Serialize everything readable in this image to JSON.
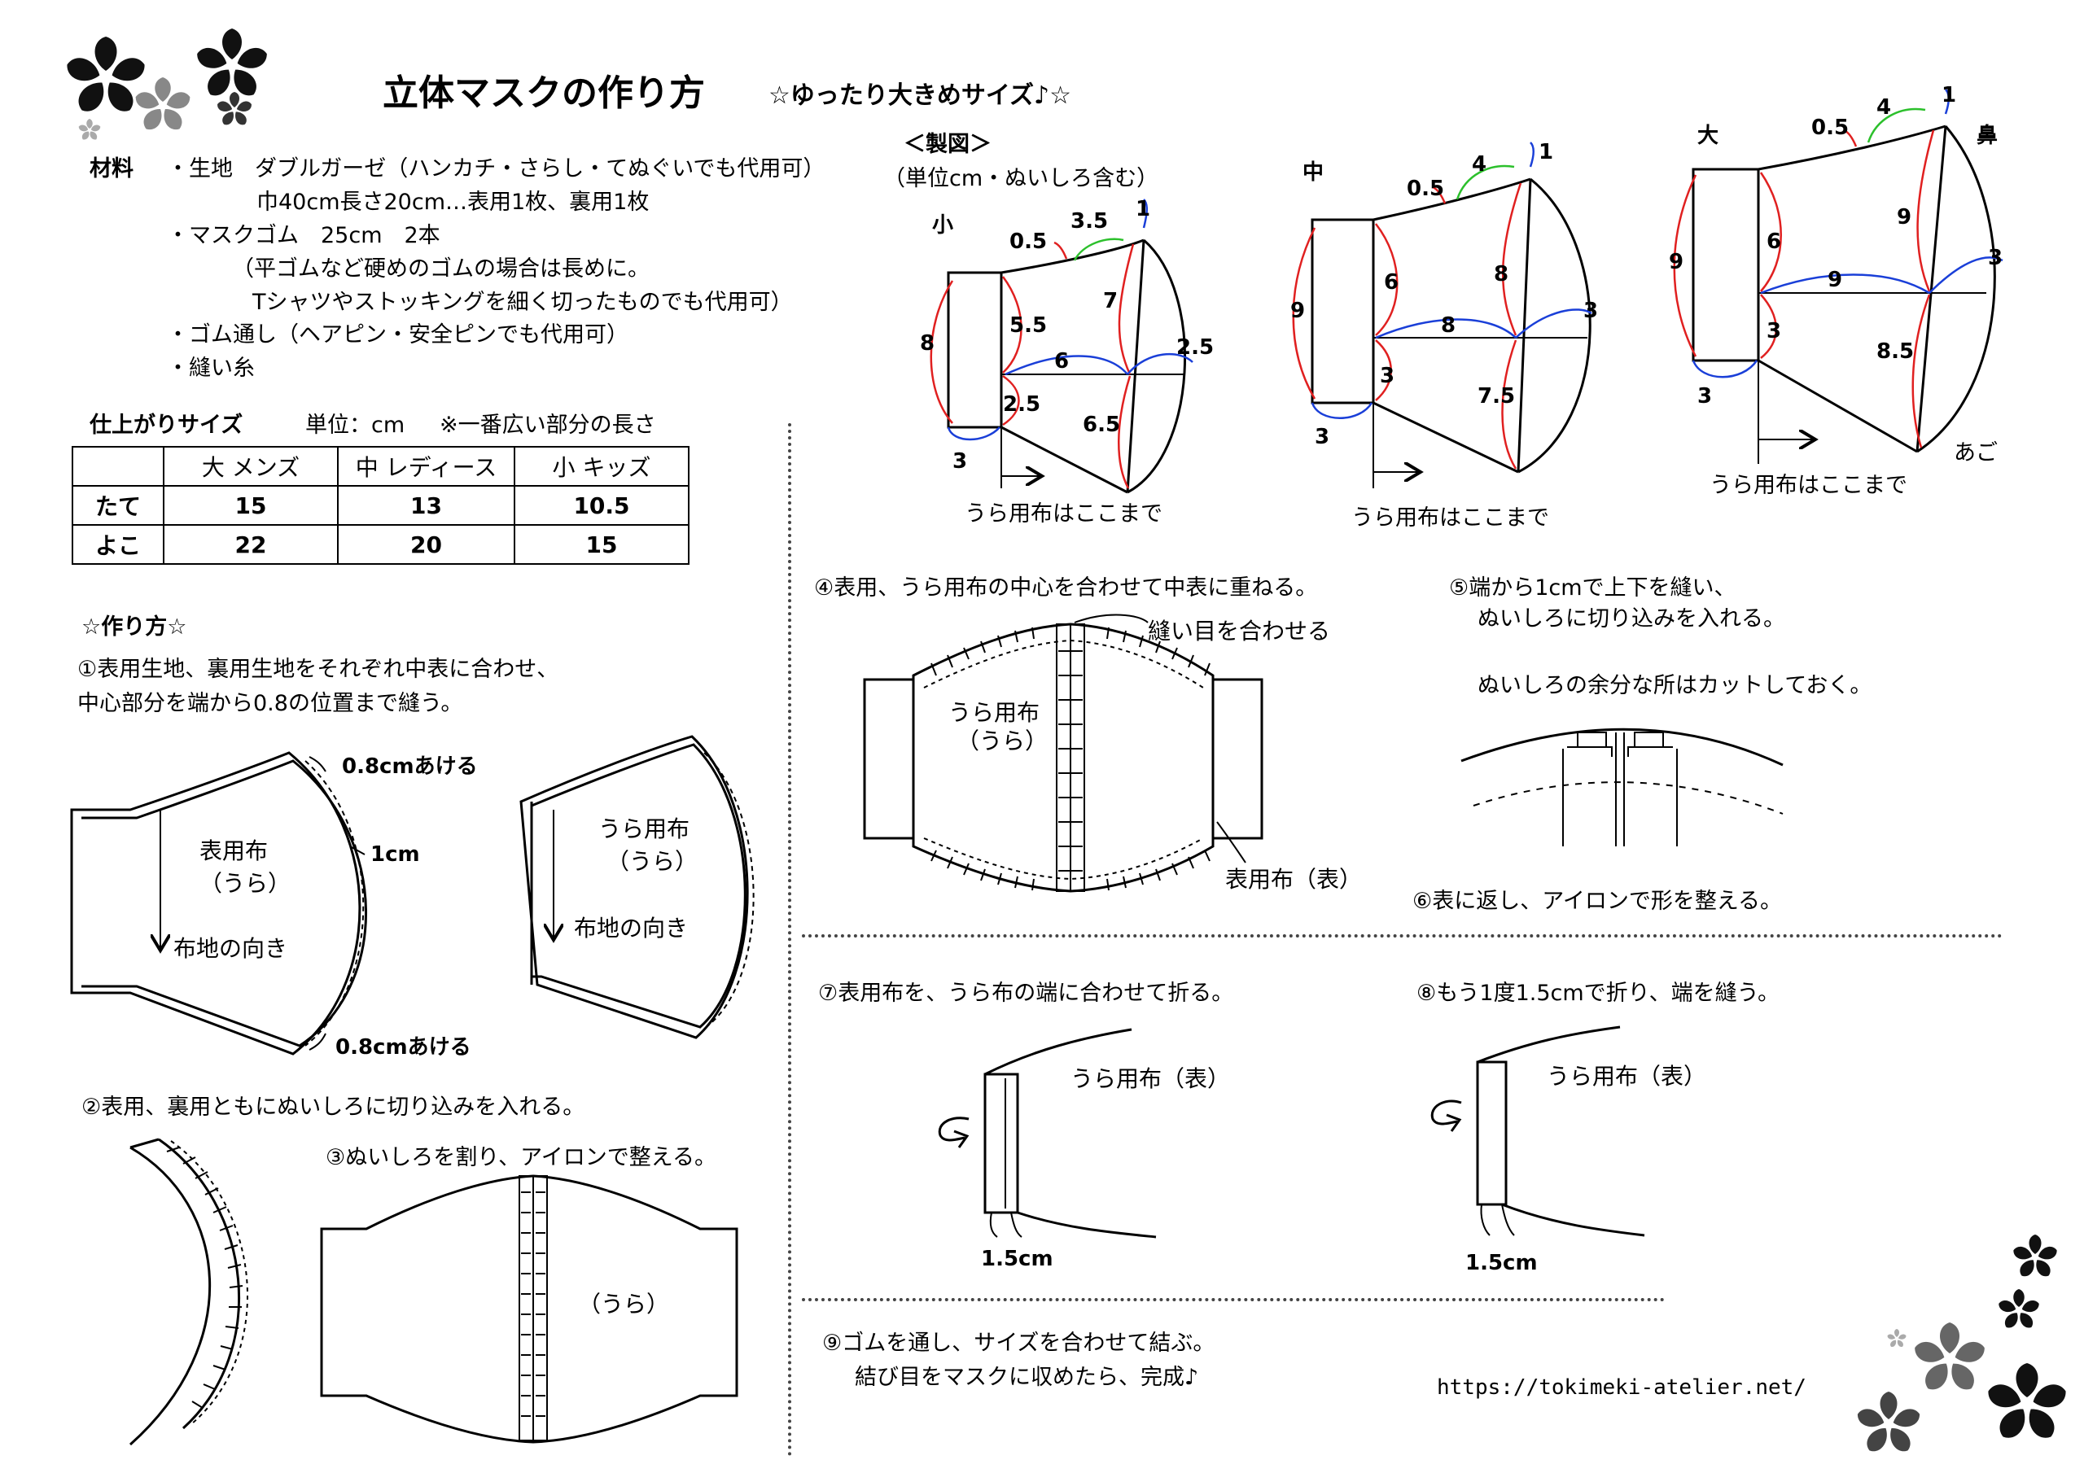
{
  "header": {
    "title": "立体マスクの作り方",
    "subtitle": "☆ゆったり大きめサイズ♪☆"
  },
  "materials": {
    "label": "材料",
    "lines": [
      "・生地　ダブルガーゼ（ハンカチ・さらし・てぬぐいでも代用可）",
      "巾40cm長さ20cm…表用1枚、裏用1枚",
      "・マスクゴム　25cm　2本",
      "（平ゴムなど硬めのゴムの場合は長めに。",
      "Tシャツやストッキングを細く切ったものでも代用可）",
      "・ゴム通し（ヘアピン・安全ピンでも代用可）",
      "・縫い糸"
    ]
  },
  "finished_size": {
    "heading": "仕上がりサイズ",
    "unit": "単位：cm",
    "note": "※一番広い部分の長さ",
    "columns": [
      "",
      "大 メンズ",
      "中 レディース",
      "小 キッズ"
    ],
    "rows": [
      {
        "label": "たて",
        "values": [
          "15",
          "13",
          "10.5"
        ]
      },
      {
        "label": "よこ",
        "values": [
          "22",
          "20",
          "15"
        ]
      }
    ]
  },
  "howto": {
    "heading": "☆作り方☆",
    "step1": [
      "①表用生地、裏用生地をそれぞれ中表に合わせ、",
      "中心部分を端から0.8の位置まで縫う。"
    ],
    "step1_labels": {
      "top_gap": "0.8cmあける",
      "seam": "1cm",
      "bottom_gap": "0.8cmあける",
      "front": [
        "表用布",
        "（うら）"
      ],
      "back": [
        "うら用布",
        "（うら）"
      ],
      "grain": "布地の向き"
    },
    "step2": "②表用、裏用ともにぬいしろに切り込みを入れる。",
    "step3": "③ぬいしろを割り、アイロンで整える。",
    "step3_label": "（うら）",
    "step4": "④表用、うら用布の中心を合わせて中表に重ねる。",
    "step4_labels": {
      "seam_match": "縫い目を合わせる",
      "lining": [
        "うら用布",
        "（うら）"
      ],
      "outer": "表用布（表）"
    },
    "step5": [
      "⑤端から1cmで上下を縫い、",
      "ぬいしろに切り込みを入れる。"
    ],
    "step5_label": "ぬいしろの余分な所はカットしておく。",
    "step6": "⑥表に返し、アイロンで形を整える。",
    "step7": "⑦表用布を、うら布の端に合わせて折る。",
    "step7_labels": {
      "lining": "うら用布（表）",
      "width": "1.5cm"
    },
    "step8": "⑧もう1度1.5cmで折り、端を縫う。",
    "step8_labels": {
      "lining": "うら用布（表）",
      "width": "1.5cm"
    },
    "step9": [
      "⑨ゴムを通し、サイズを合わせて結ぶ。",
      "結び目をマスクに収めたら、完成♪"
    ]
  },
  "pattern": {
    "heading": "＜製図＞",
    "unit_note": "（単位cm・ぬいしろ含む）",
    "lining_end": "うら用布はここまで",
    "small": {
      "label": "小",
      "dims": [
        "0.5",
        "3.5",
        "1",
        "7",
        "5.5",
        "8",
        "6",
        "2.5",
        "2.5",
        "6.5",
        "3"
      ]
    },
    "medium": {
      "label": "中",
      "dims": [
        "0.5",
        "4",
        "1",
        "8",
        "6",
        "9",
        "8",
        "3",
        "3",
        "7.5",
        "3"
      ]
    },
    "large": {
      "label": "大",
      "dims": [
        "0.5",
        "4",
        "1",
        "9",
        "6",
        "9",
        "9",
        "3",
        "3",
        "8.5",
        "3"
      ],
      "nose": "鼻",
      "chin": "あご"
    }
  },
  "footer": {
    "url": "https://tokimeki-atelier.net/"
  },
  "colors": {
    "red": "#e02020",
    "blue": "#1a3fd8",
    "green": "#2cc02c"
  }
}
